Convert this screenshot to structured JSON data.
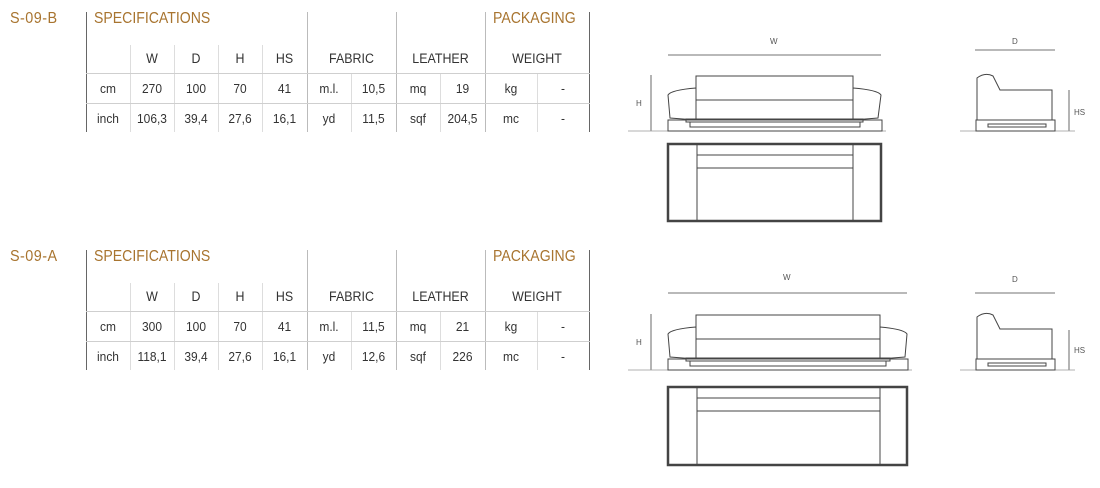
{
  "labels": {
    "specifications": "SPECIFICATIONS",
    "packaging": "PACKAGING",
    "col_w": "W",
    "col_d": "D",
    "col_h": "H",
    "col_hs": "HS",
    "col_fabric": "FABRIC",
    "col_leather": "LEATHER",
    "col_weight": "WEIGHT"
  },
  "drawing_labels": {
    "w": "W",
    "d": "D",
    "h": "H",
    "hs": "HS"
  },
  "products": [
    {
      "code": "S-09-B",
      "rows": [
        {
          "unit": "cm",
          "w": "270",
          "d": "100",
          "h": "70",
          "hs": "41",
          "fabric_unit": "m.l.",
          "fabric": "10,5",
          "leather_unit": "mq",
          "leather": "19",
          "weight_unit": "kg",
          "weight": "-"
        },
        {
          "unit": "inch",
          "w": "106,3",
          "d": "39,4",
          "h": "27,6",
          "hs": "16,1",
          "fabric_unit": "yd",
          "fabric": "11,5",
          "leather_unit": "sqf",
          "leather": "204,5",
          "weight_unit": "mc",
          "weight": "-"
        }
      ]
    },
    {
      "code": "S-09-A",
      "rows": [
        {
          "unit": "cm",
          "w": "300",
          "d": "100",
          "h": "70",
          "hs": "41",
          "fabric_unit": "m.l.",
          "fabric": "11,5",
          "leather_unit": "mq",
          "leather": "21",
          "weight_unit": "kg",
          "weight": "-"
        },
        {
          "unit": "inch",
          "w": "118,1",
          "d": "39,4",
          "h": "27,6",
          "hs": "16,1",
          "fabric_unit": "yd",
          "fabric": "12,6",
          "leather_unit": "sqf",
          "leather": "226",
          "weight_unit": "mc",
          "weight": "-"
        }
      ]
    }
  ]
}
